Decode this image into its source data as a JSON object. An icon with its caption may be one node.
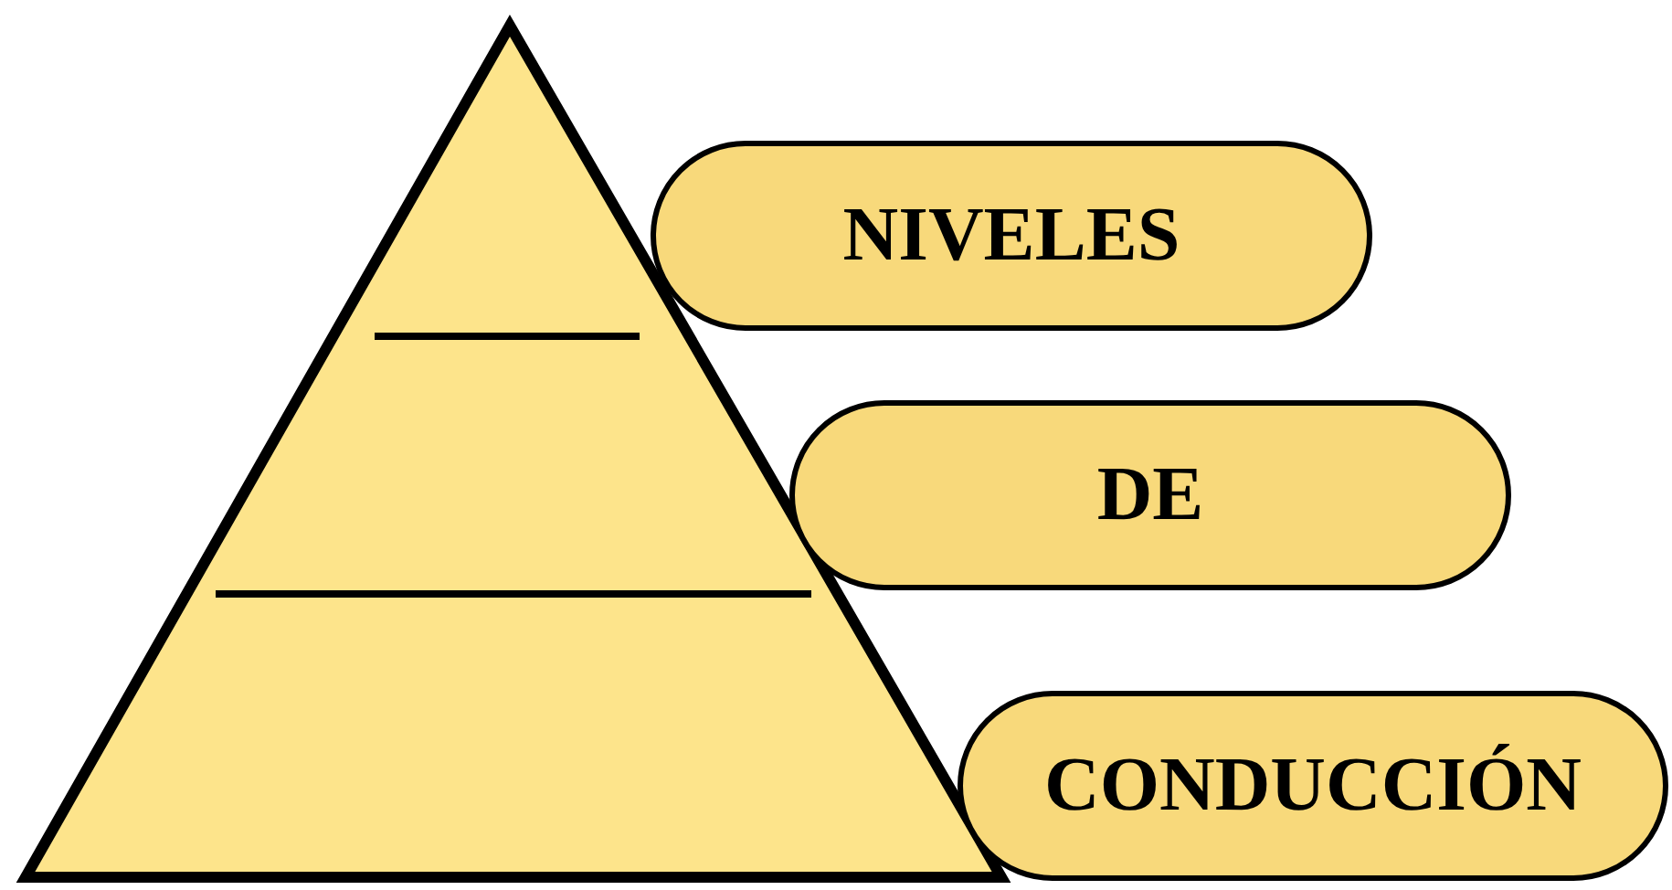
{
  "diagram": {
    "nodes": [
      {
        "text": [
          "NIVELES"
        ]
      },
      {
        "text": [
          "DE"
        ]
      },
      {
        "text": [
          "CONDUCCIÓN"
        ]
      }
    ]
  }
}
